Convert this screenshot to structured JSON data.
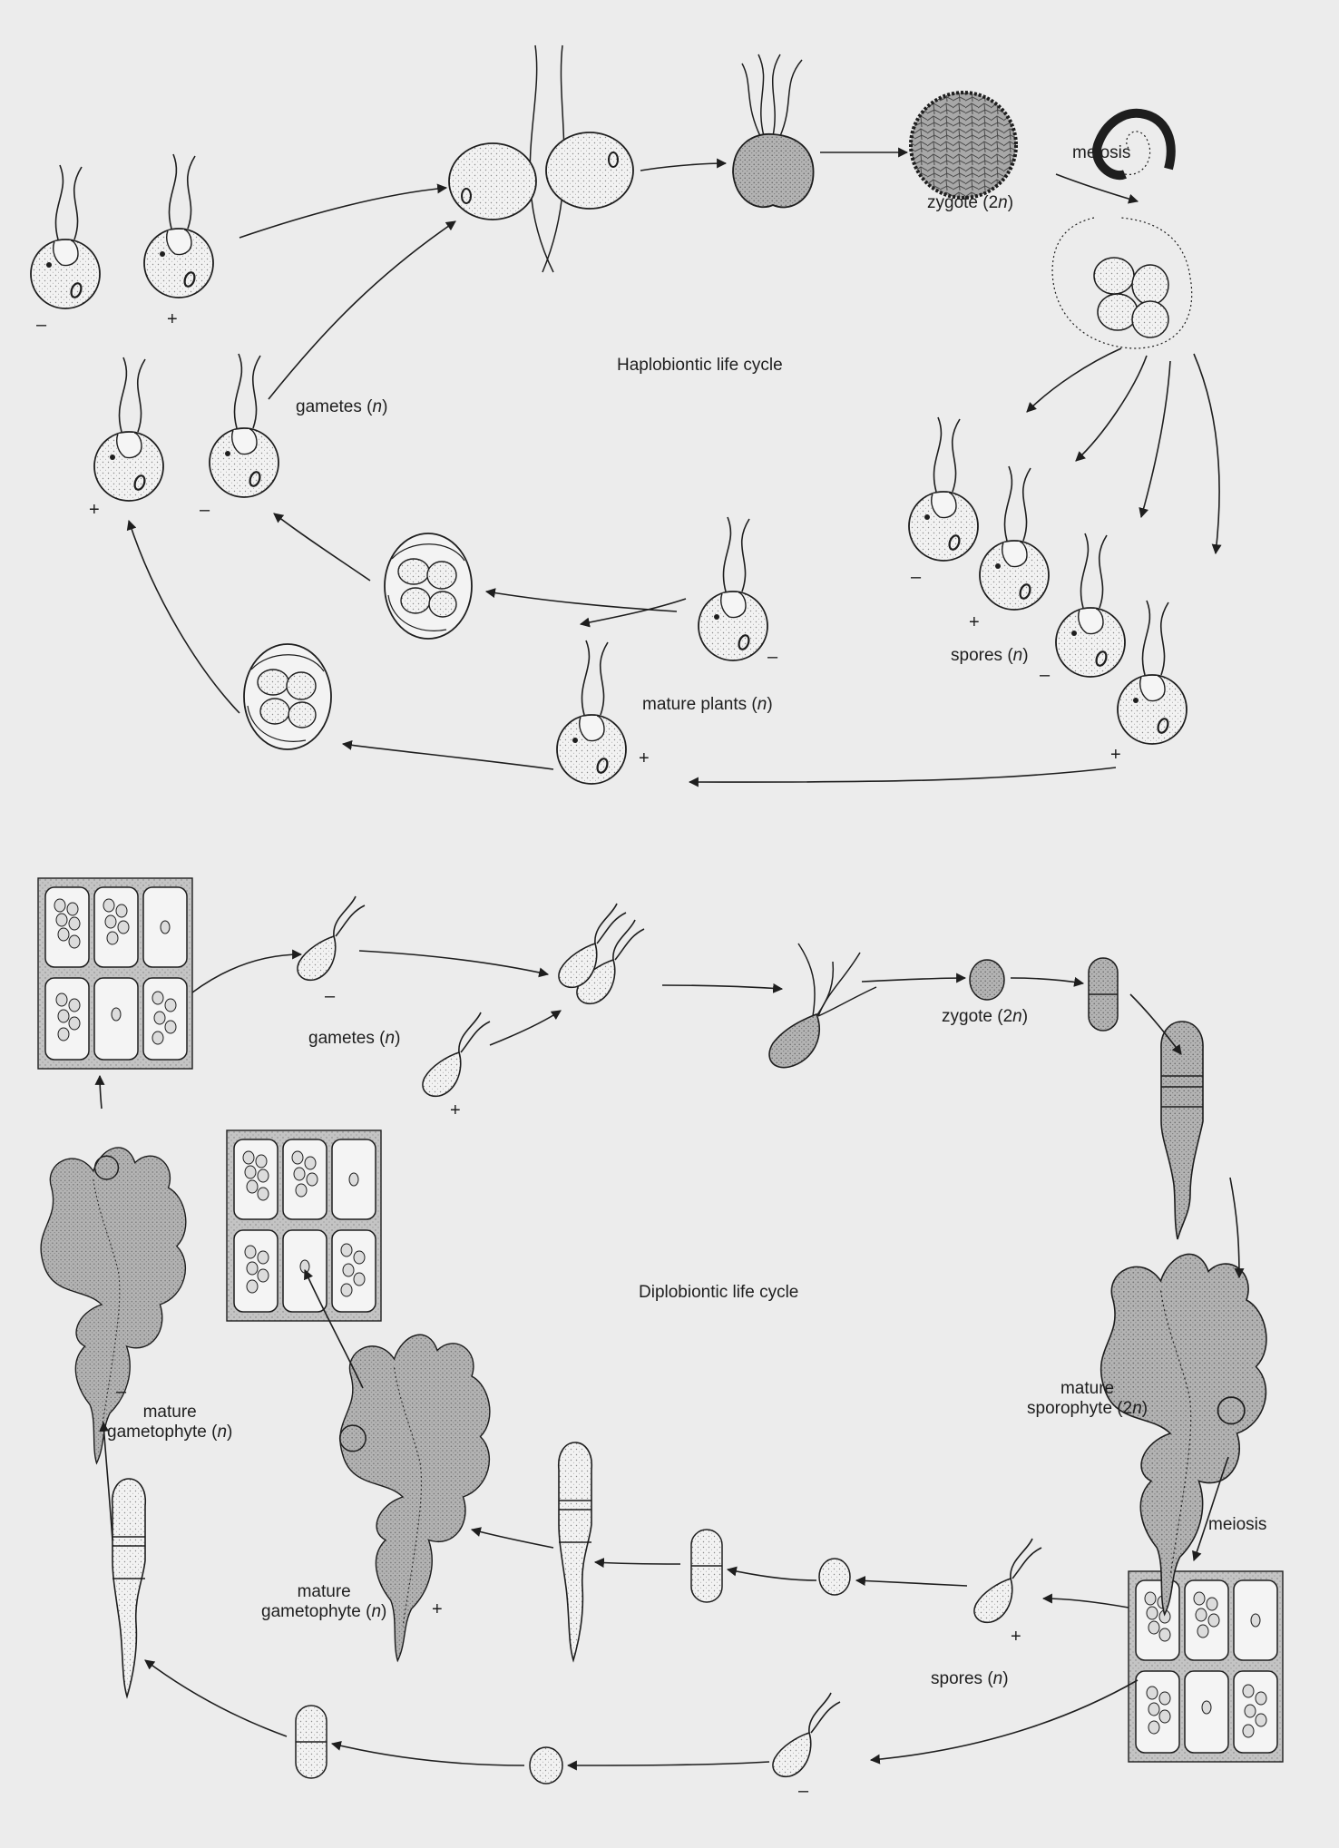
{
  "labels": {
    "haplo_title": "Haplobiontic life cycle",
    "diplo_title": "Diplobiontic life cycle",
    "meiosis_top": "meiosis",
    "zygote_top": "zygote (2n)",
    "gametes_top": "gametes (n)",
    "spores_top": "spores (n)",
    "mature_plants": "mature plants (n)",
    "gametes_bottom": "gametes (n)",
    "zygote_bottom": "zygote (2n)",
    "mature_sporophyte": "mature\nsporophyte (2n)",
    "meiosis_bottom": "meiosis",
    "spores_bottom": "spores (n)",
    "mature_gametophyte_minus": "mature\ngametophyte (n)",
    "mature_gametophyte_plus": "mature\ngametophyte (n)"
  },
  "signs": {
    "plus": "+",
    "minus": "–"
  },
  "colors": {
    "ink": "#1e1e1e",
    "paper": "#ececec",
    "zygote_fill": "#b9b9b9",
    "thallus_fill": "#b7b7b7",
    "tissue_fill": "#c4c4c4"
  }
}
